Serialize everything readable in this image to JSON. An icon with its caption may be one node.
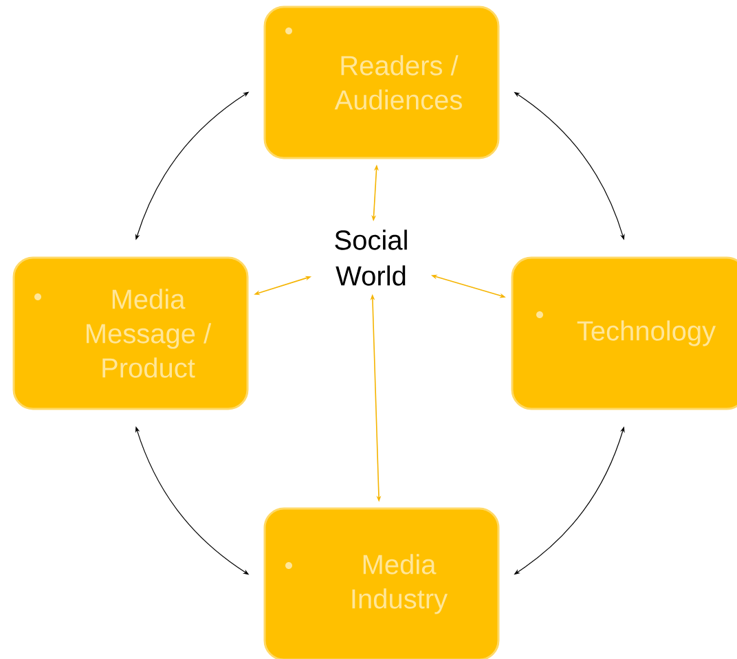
{
  "diagram": {
    "nodes": [
      {
        "text": [
          "Readers / Audiences"
        ]
      },
      {
        "text": [
          "Social World"
        ]
      },
      {
        "text": [
          "Media Message / Product"
        ]
      },
      {
        "text": [
          "Technology"
        ]
      },
      {
        "text": [
          "Media Industry"
        ]
      }
    ],
    "edges": [
      {
        "from": 0,
        "to": 3,
        "arrow": "both"
      },
      {
        "from": 3,
        "to": 4,
        "arrow": "both"
      },
      {
        "from": 4,
        "to": 2,
        "arrow": "both"
      },
      {
        "from": 2,
        "to": 0,
        "arrow": "both"
      },
      {
        "from": 1,
        "to": 0,
        "arrow": "both",
        "color": "#f5b400"
      },
      {
        "from": 2,
        "to": 1,
        "arrow": "both",
        "color": "#f5b400"
      },
      {
        "from": 1,
        "to": 3,
        "arrow": "both",
        "color": "#f5b400"
      },
      {
        "from": 1,
        "to": 4,
        "arrow": "both",
        "color": "#f5b400"
      }
    ]
  }
}
